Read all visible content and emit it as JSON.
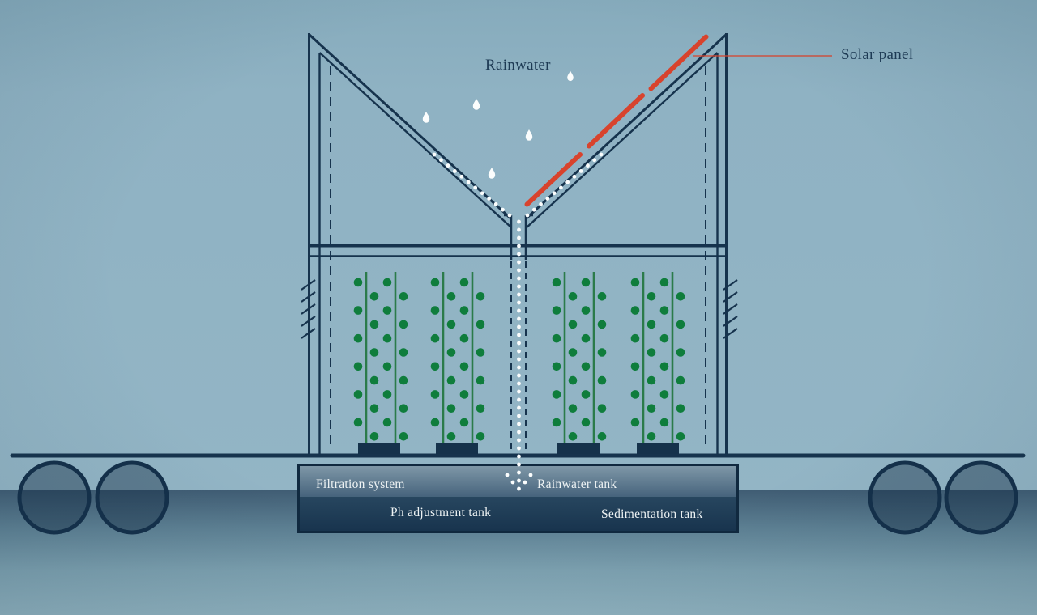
{
  "diagram": {
    "type": "infographic",
    "subject": "Mobile solar-powered greenhouse collecting rainwater into treatment tanks",
    "counts": {
      "rain_droplets": 5,
      "plant_stems": 8,
      "planter_boxes": 4,
      "wheels": 4,
      "solar_panel_segments": 3
    },
    "colors": {
      "background_sky": "#8fb2c3",
      "outline_navy": "#16334d",
      "solar_panel_red": "#d8432d",
      "plant_stem_green": "#2b7b4a",
      "plant_dot_green": "#0f7d3c",
      "tank_dark_band": "#1e3c58",
      "tank_light_band": "#5d7b8f",
      "water_white": "#fbfdfd"
    }
  },
  "labels": {
    "rainwater": "Rainwater",
    "solar_panel": "Solar panel",
    "filtration": "Filtration system",
    "rainwater_tank": "Rainwater tank",
    "ph_tank": "Ph adjustment tank",
    "sedimentation_tank": "Sedimentation tank"
  }
}
